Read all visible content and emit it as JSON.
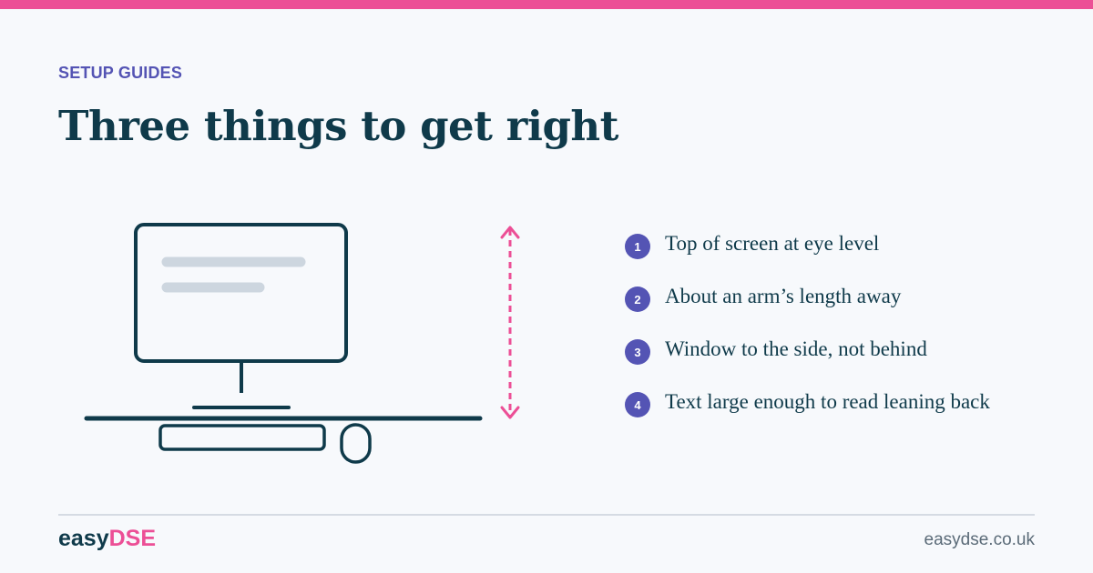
{
  "header": {
    "eyebrow": "SETUP GUIDES",
    "title": "Three things to get right"
  },
  "steps": [
    {
      "number": "1",
      "text": "Top of screen at eye level"
    },
    {
      "number": "2",
      "text": "About an arm’s length away"
    },
    {
      "number": "3",
      "text": "Window to the side, not behind"
    },
    {
      "number": "4",
      "text": "Text large enough to read leaning back"
    }
  ],
  "footer": {
    "logo_part1": "easy",
    "logo_part2": "DSE",
    "url": "easydse.co.uk"
  },
  "colors": {
    "accent_pink": "#ec4f96",
    "accent_purple": "#5454b4",
    "navy": "#0f3a4a",
    "background": "#f7f9fc"
  },
  "illustration": {
    "icons": [
      "monitor-icon",
      "keyboard-icon",
      "mouse-icon",
      "height-arrow-icon"
    ]
  }
}
